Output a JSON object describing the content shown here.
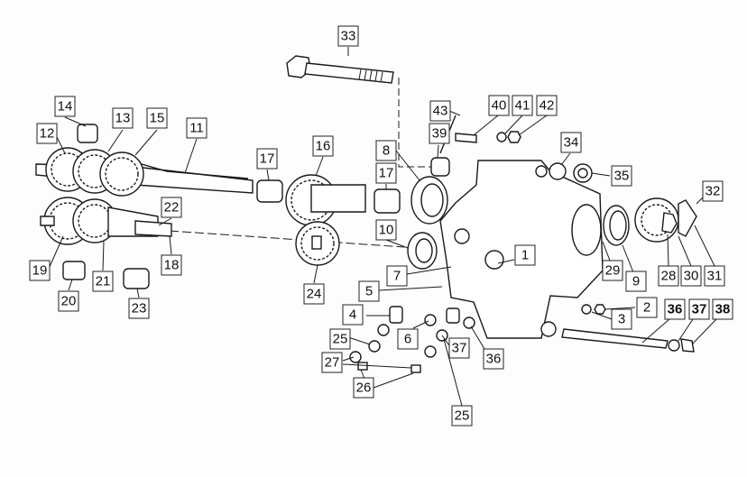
{
  "diagram": {
    "type": "exploded-parts-view",
    "callouts": [
      "33",
      "14",
      "13",
      "15",
      "12",
      "11",
      "17",
      "16",
      "17",
      "8",
      "43",
      "40",
      "41",
      "42",
      "39",
      "34",
      "35",
      "32",
      "22",
      "10",
      "1",
      "19",
      "21",
      "18",
      "20",
      "23",
      "24",
      "7",
      "5",
      "4",
      "25",
      "6",
      "37",
      "36",
      "27",
      "26",
      "25",
      "2",
      "3",
      "36",
      "37",
      "38",
      "29",
      "9",
      "28",
      "30",
      "31"
    ],
    "colors": {
      "ink": "#1a1a1a",
      "paper": "#fdfdfd"
    }
  }
}
